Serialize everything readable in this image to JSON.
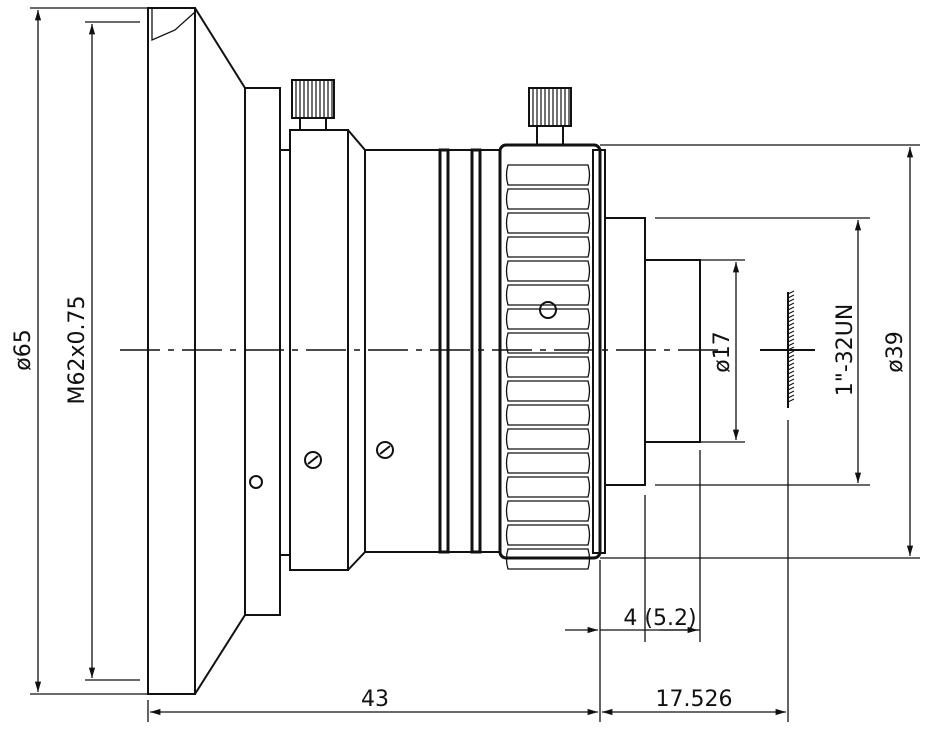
{
  "drawing": {
    "dimensions": {
      "front_diameter": "ø65",
      "filter_thread": "M62x0.75",
      "rear_diameter": "ø39",
      "mount_thread": "1\"-32UN",
      "rear_tube_diameter": "ø17",
      "flange_depth": "4 (5.2)",
      "overall_length": "43",
      "back_focal_length": "17.526"
    }
  }
}
